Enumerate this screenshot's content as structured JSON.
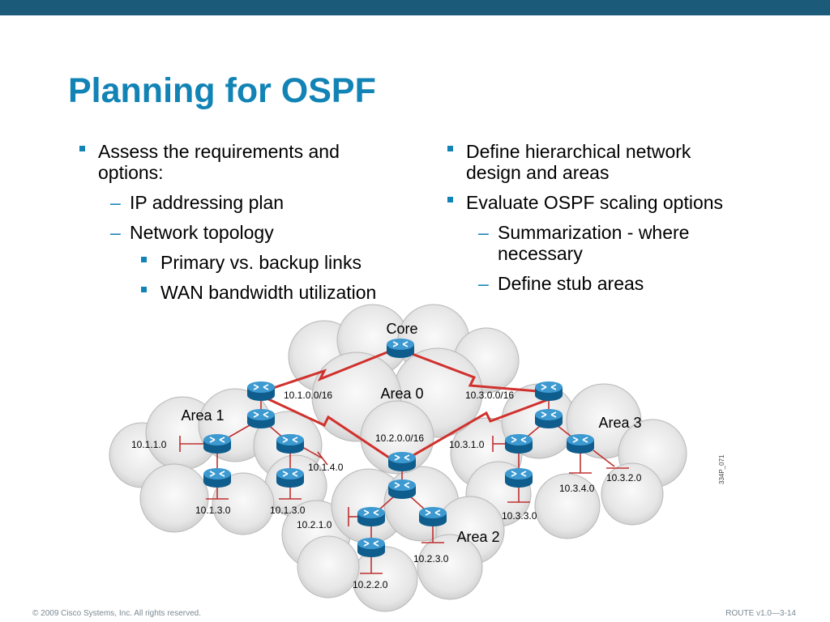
{
  "slide": {
    "title": "Planning for OSPF",
    "left_bullets": [
      {
        "text": "Assess the requirements and options:"
      },
      {
        "text": "IP addressing plan"
      },
      {
        "text": "Network topology"
      },
      {
        "text": "Primary vs. backup links"
      },
      {
        "text": "WAN bandwidth utilization"
      }
    ],
    "right_bullets": [
      {
        "text": "Define hierarchical network design and areas"
      },
      {
        "text": "Evaluate OSPF scaling options"
      },
      {
        "text": "Summarization - where necessary"
      },
      {
        "text": "Define stub areas"
      }
    ]
  },
  "diagram": {
    "core_label": "Core",
    "areas": [
      "Area 0",
      "Area 1",
      "Area 2",
      "Area 3"
    ],
    "networks": {
      "n10_1_0_0_16": "10.1.0.0/16",
      "n10_3_0_0_16": "10.3.0.0/16",
      "n10_2_0_0_16": "10.2.0.0/16",
      "n10_1_1_0": "10.1.1.0",
      "n10_1_4_0": "10.1.4.0",
      "n10_1_3_0_a": "10.1.3.0",
      "n10_1_3_0_b": "10.1.3.0",
      "n10_2_1_0": "10.2.1.0",
      "n10_2_3_0": "10.2.3.0",
      "n10_2_2_0": "10.2.2.0",
      "n10_3_1_0": "10.3.1.0",
      "n10_3_4_0": "10.3.4.0",
      "n10_3_2_0": "10.3.2.0",
      "n10_3_3_0": "10.3.3.0"
    },
    "figure_code": "334P_071"
  },
  "footer": {
    "copyright": "© 2009 Cisco Systems, Inc. All rights reserved.",
    "course": "ROUTE v1.0—3-14"
  },
  "colors": {
    "title": "#1283b5",
    "top_bar": "#1c5a7a",
    "link": "#d0312d",
    "router": "#1e7fb5"
  },
  "icons": [
    "router-icon",
    "lan-segment-icon",
    "cloud-icon"
  ]
}
